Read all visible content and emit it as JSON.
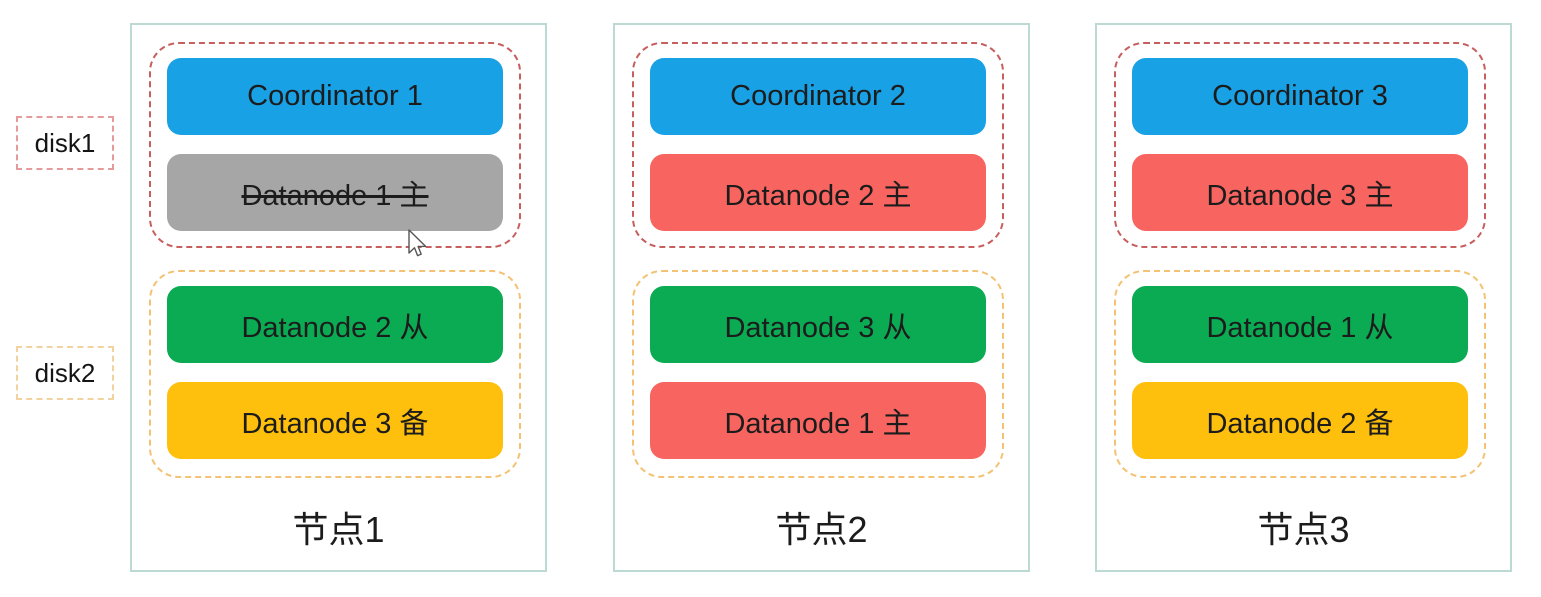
{
  "disk_labels": [
    {
      "label": "disk1"
    },
    {
      "label": "disk2"
    }
  ],
  "nodes": [
    {
      "name": "节点1",
      "disk1": [
        {
          "label": "Coordinator 1",
          "color": "#18a1e4"
        },
        {
          "label": "Datanode 1 主",
          "color": "#a6a6a6",
          "status": "failed-strikethrough"
        }
      ],
      "disk2": [
        {
          "label": "Datanode 2 从",
          "color": "#0bab53"
        },
        {
          "label": "Datanode 3 备",
          "color": "#ffbf0d"
        }
      ]
    },
    {
      "name": "节点2",
      "disk1": [
        {
          "label": "Coordinator 2",
          "color": "#18a1e4"
        },
        {
          "label": "Datanode 2 主",
          "color": "#f8645f"
        }
      ],
      "disk2": [
        {
          "label": "Datanode 3 从",
          "color": "#0bab53"
        },
        {
          "label": "Datanode 1 主",
          "color": "#f8645f"
        }
      ]
    },
    {
      "name": "节点3",
      "disk1": [
        {
          "label": "Coordinator 3",
          "color": "#18a1e4"
        },
        {
          "label": "Datanode 3 主",
          "color": "#f8645f"
        }
      ],
      "disk2": [
        {
          "label": "Datanode 1 从",
          "color": "#0bab53"
        },
        {
          "label": "Datanode 2 备",
          "color": "#ffbf0d"
        }
      ]
    }
  ],
  "palette": {
    "coordinator_blue": "#18a1e4",
    "primary_red": "#f8645f",
    "standby_green": "#0bab53",
    "secondary_yellow": "#ffbf0d",
    "failed_gray": "#a6a6a6",
    "node_border_teal": "#bcd9d4",
    "disk1_dash_red": "#c75f5f",
    "disk2_dash_orange": "#f3c274"
  }
}
